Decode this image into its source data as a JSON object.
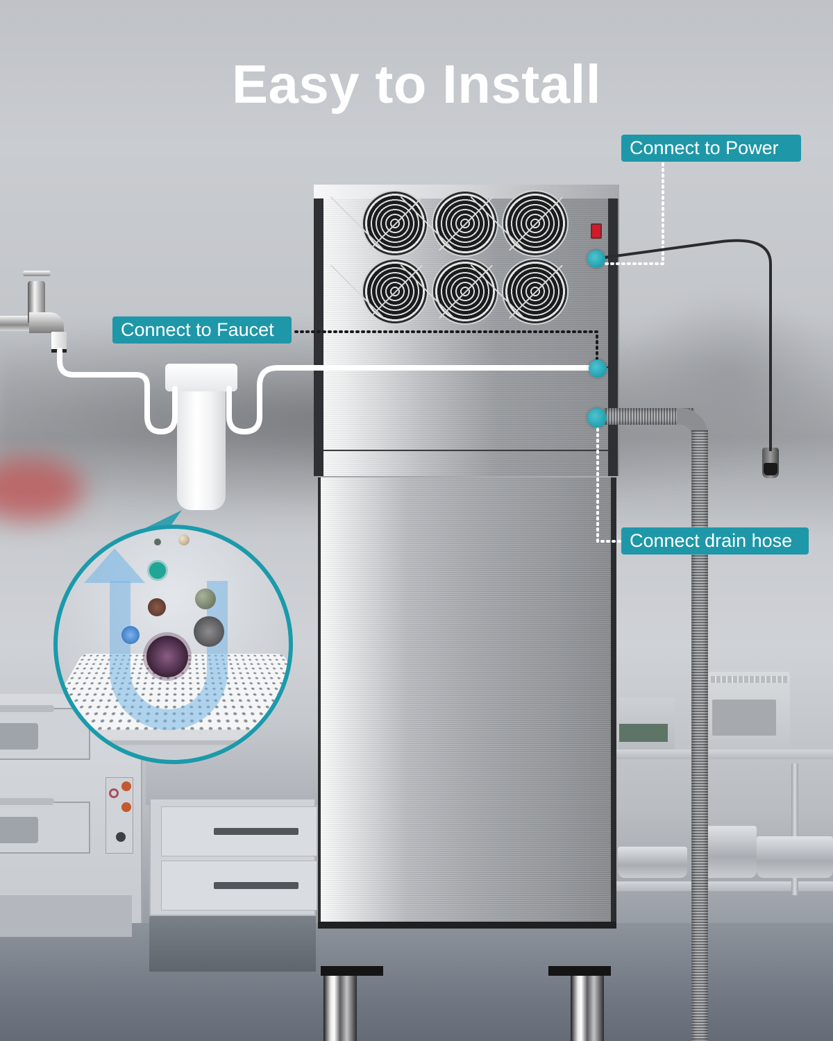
{
  "title": "Easy to Install",
  "labels": {
    "power": "Connect to Power",
    "faucet": "Connect to Faucet",
    "drain": "Connect drain hose"
  },
  "colors": {
    "label_bg": "#1e97a8",
    "label_text": "#ffffff",
    "title_text": "#ffffff",
    "port_accent": "#1fa0b0",
    "magnifier_ring": "#1a9aab",
    "power_switch": "#d11a2a"
  },
  "machine": {
    "fan_count": 6,
    "fan_rows": 2,
    "fan_columns": 3
  },
  "icons": {
    "faucet": "faucet-icon",
    "filter": "water-filter-icon",
    "magnifier": "filter-mesh-magnifier-icon",
    "power_plug": "power-plug-icon",
    "drain_hose": "drain-hose-icon",
    "power_switch": "power-switch-icon"
  }
}
